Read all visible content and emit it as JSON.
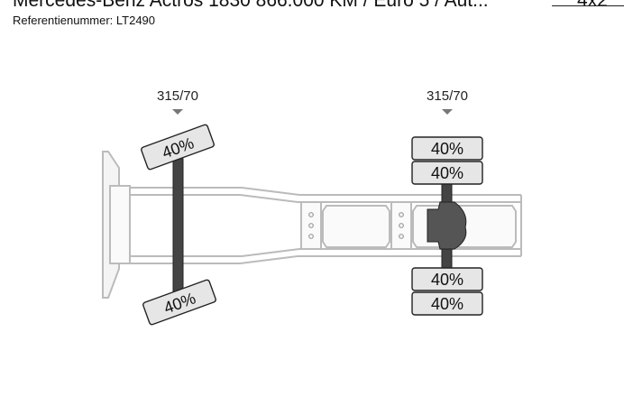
{
  "header": {
    "title": "Mercedes-Benz Actros 1830 866.000 KM / Euro 5 / Aut...",
    "title_right": "4x2",
    "reference": "Referentienummer: LT2490"
  },
  "axles": {
    "front": {
      "tyre_size": "315/70",
      "tyres": [
        {
          "id": "front-left-tyre",
          "tread": "40%"
        },
        {
          "id": "front-right-tyre",
          "tread": "40%"
        }
      ]
    },
    "rear": {
      "tyre_size": "315/70",
      "tyres": [
        {
          "id": "rear-left-outer-tyre",
          "tread": "40%"
        },
        {
          "id": "rear-left-inner-tyre",
          "tread": "40%"
        },
        {
          "id": "rear-right-inner-tyre",
          "tread": "40%"
        },
        {
          "id": "rear-right-outer-tyre",
          "tread": "40%"
        }
      ]
    }
  },
  "colors": {
    "tyre_fill": "#e6e6e6",
    "tyre_stroke": "#222222",
    "axle": "#444444",
    "frame": "#bbbbbb",
    "marker": "#777777"
  }
}
